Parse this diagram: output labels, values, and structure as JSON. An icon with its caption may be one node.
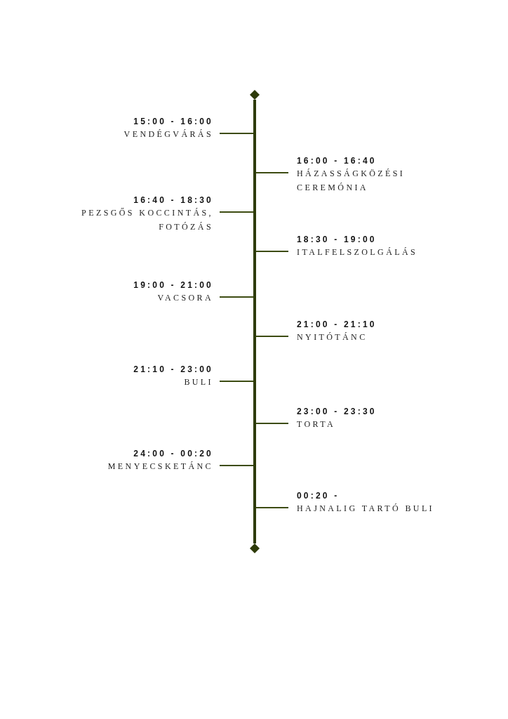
{
  "diagram": {
    "nodes": [
      {
        "text": [],
        "shape": "bar"
      },
      {
        "text": [
          "15:00 - 16:00",
          "VENDÉGVÁRÁS"
        ]
      },
      {
        "text": [
          "16:00 - 16:40",
          "HÁZASSÁGKÖZÉSI CEREMÓNIA"
        ]
      },
      {
        "text": [
          "16:40 - 18:30",
          "PEZSGŐS KOCCINTÁS, FOTÓZÁS"
        ]
      },
      {
        "text": [
          "18:30 - 19:00",
          "ITALFELSZOLGÁLÁS"
        ]
      },
      {
        "text": [
          "19:00 - 21:00",
          "VACSORA"
        ]
      },
      {
        "text": [
          "21:00 - 21:10",
          "NYITÓTÁNC"
        ]
      },
      {
        "text": [
          "21:10 - 23:00",
          "BULI"
        ]
      },
      {
        "text": [
          "23:00 - 23:30",
          "TORTA"
        ]
      },
      {
        "text": [
          "24:00 - 00:20",
          "MENYECSKETÁNC"
        ]
      },
      {
        "text": [
          "00:20 -",
          "HAJNALIG TARTÓ BULI"
        ]
      }
    ],
    "edges": [
      {
        "from": 1,
        "to": 0,
        "arrow": "none"
      },
      {
        "from": 2,
        "to": 0,
        "arrow": "none"
      },
      {
        "from": 3,
        "to": 0,
        "arrow": "none"
      },
      {
        "from": 4,
        "to": 0,
        "arrow": "none"
      },
      {
        "from": 5,
        "to": 0,
        "arrow": "none"
      },
      {
        "from": 6,
        "to": 0,
        "arrow": "none"
      },
      {
        "from": 7,
        "to": 0,
        "arrow": "none"
      },
      {
        "from": 8,
        "to": 0,
        "arrow": "none"
      },
      {
        "from": 9,
        "to": 0,
        "arrow": "none"
      },
      {
        "from": 10,
        "to": 0,
        "arrow": "none"
      }
    ]
  }
}
